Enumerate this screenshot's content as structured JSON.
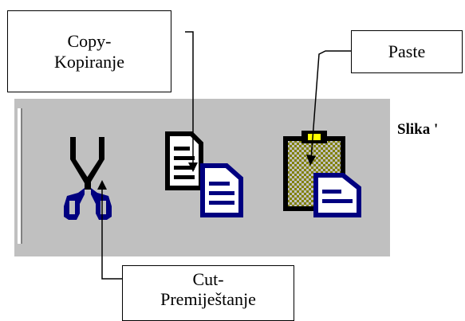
{
  "callouts": {
    "copy": {
      "line1": "Copy-",
      "line2": "Kopiranje"
    },
    "paste": {
      "label": "Paste"
    },
    "cut": {
      "line1": "Cut-",
      "line2": "Premiještanje"
    }
  },
  "toolbar": {
    "background": "#c0c0c0",
    "buttons": [
      {
        "name": "cut",
        "icon": "scissors-icon"
      },
      {
        "name": "copy",
        "icon": "copy-documents-icon"
      },
      {
        "name": "paste",
        "icon": "clipboard-paste-icon"
      }
    ]
  },
  "caption": {
    "text": "Slika '"
  },
  "colors": {
    "icon_blue": "#000080",
    "clipboard_olive": "#808000",
    "clip_yellow": "#ffff00"
  }
}
